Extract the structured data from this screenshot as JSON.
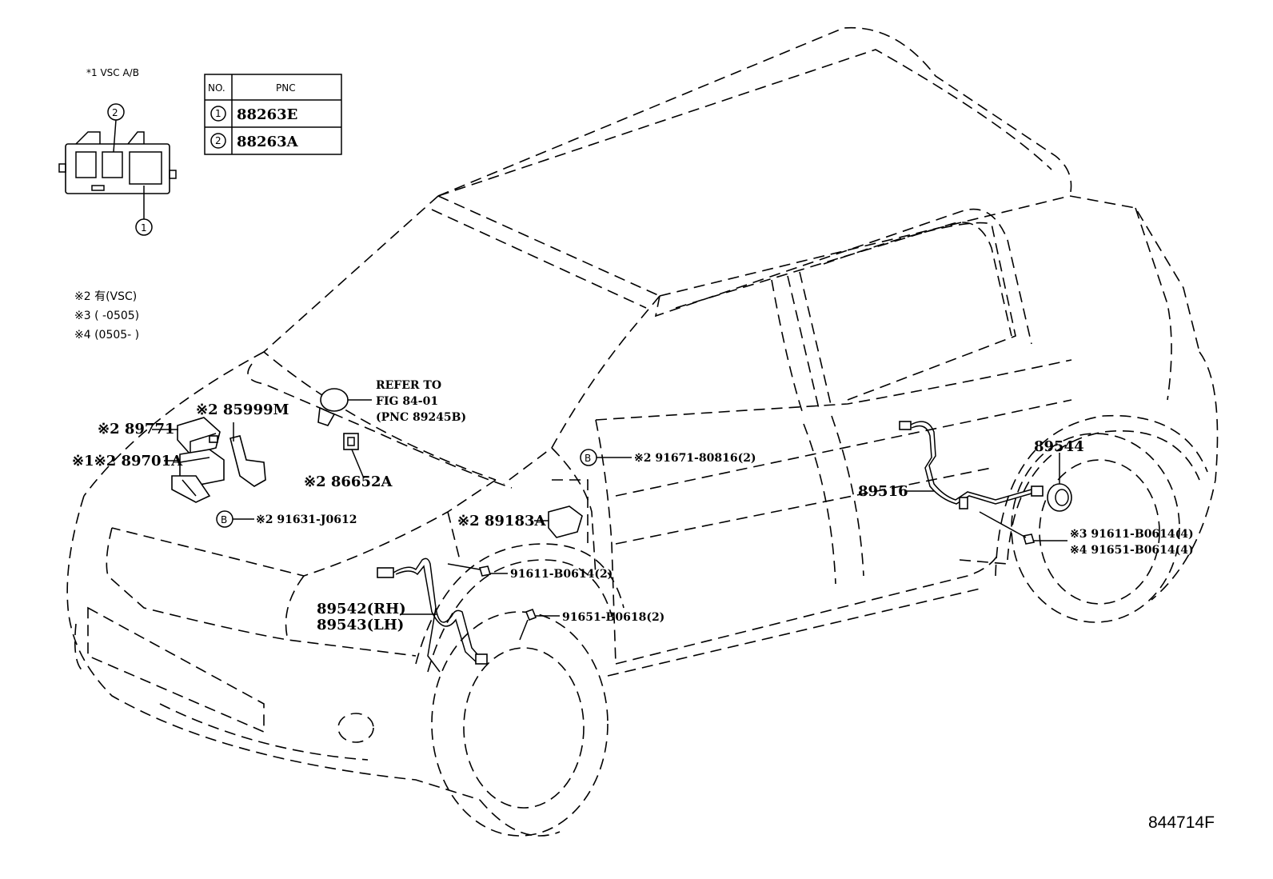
{
  "inset": {
    "title": "*1 VSC A/B",
    "table_headers": [
      "NO.",
      "PNC"
    ],
    "rows": [
      {
        "no": "1",
        "pnc": "88263E"
      },
      {
        "no": "2",
        "pnc": "88263A"
      }
    ],
    "callouts": [
      "1",
      "2"
    ]
  },
  "notes": [
    "※2 有(VSC)",
    "※3 (        -0505)",
    "※4 (0505-        )"
  ],
  "labels": {
    "p89771": "※2 89771",
    "p89701a": "※1※2 89701A",
    "p85999m": "※2 85999M",
    "p86652a": "※2 86652A",
    "p91631": "※2 91631-J0612",
    "refer_1": "REFER TO",
    "refer_2": "FIG 84-01",
    "refer_3": "(PNC 89245B)",
    "p91671": "※2 91671-80816(2)",
    "p89183a": "※2 89183A",
    "p91611_front": "91611-B0614(2)",
    "p89542": "89542(RH)",
    "p89543": "89543(LH)",
    "p91651_front": "91651-B0618(2)",
    "p89516": "89516",
    "p89544": "89544",
    "p91611_rear": "※3 91611-B0614(4)",
    "p91651_rear": "※4 91651-B0614(4)",
    "b_mark_1": "B",
    "b_mark_2": "B"
  },
  "figure_code": "844714F"
}
